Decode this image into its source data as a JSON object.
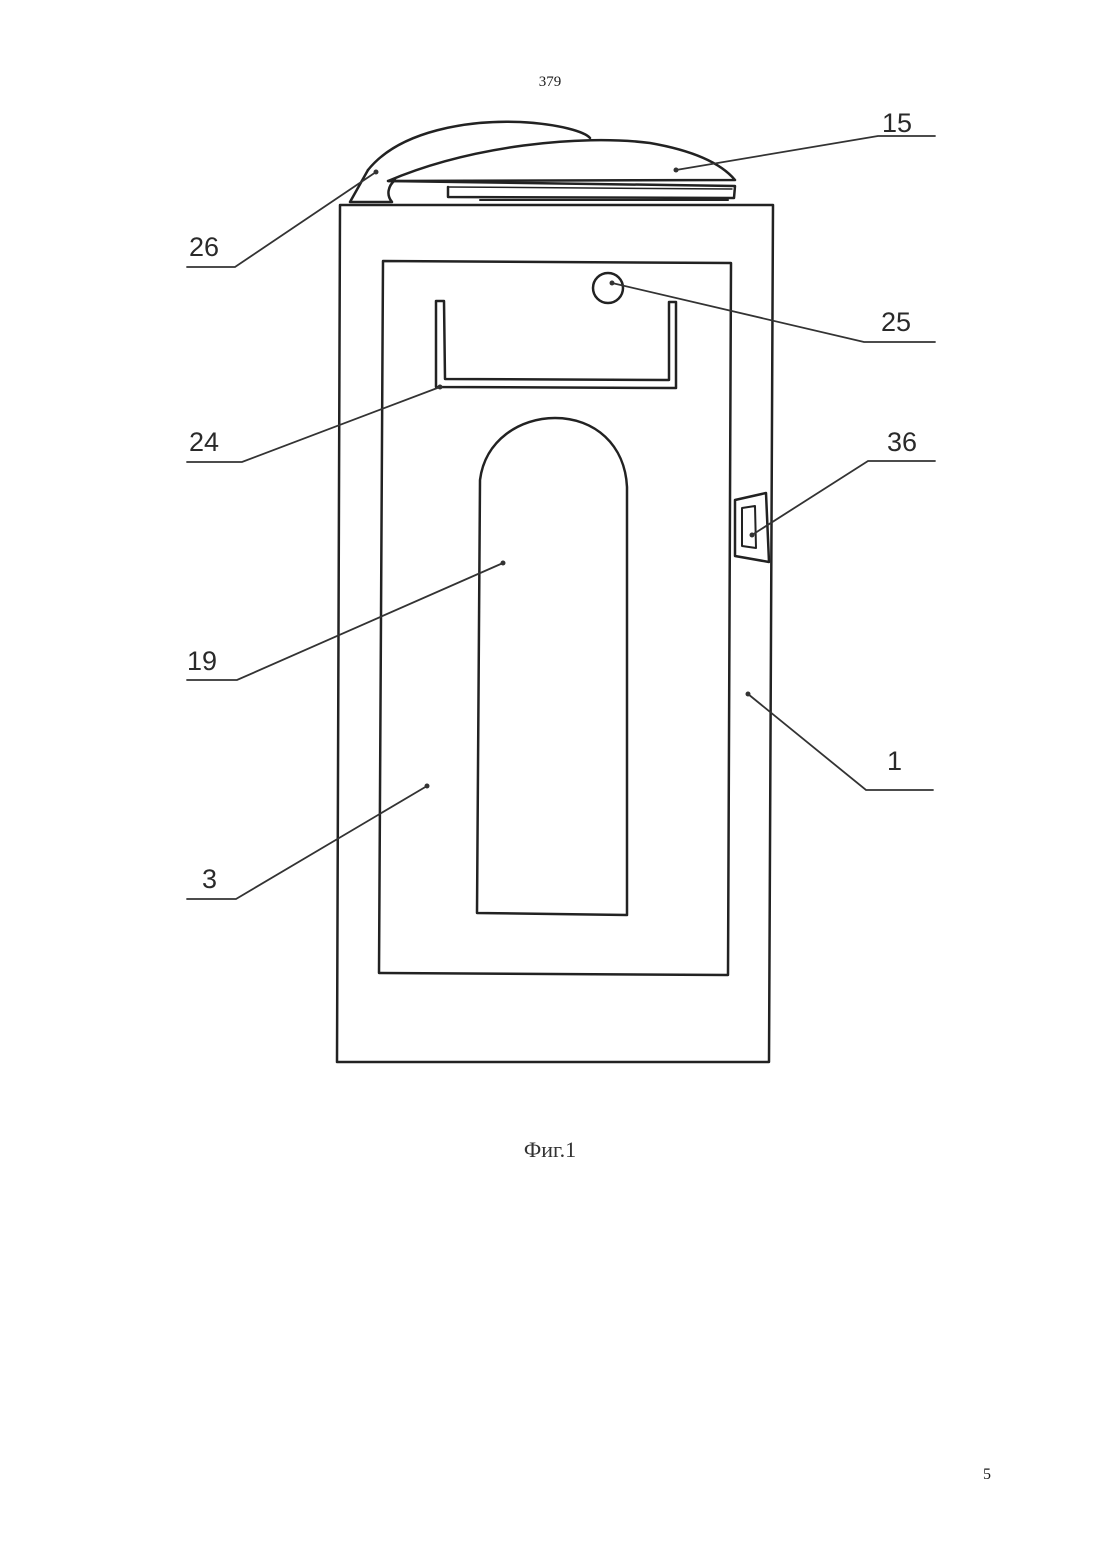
{
  "page": {
    "header_number": "379",
    "footer_number": "5"
  },
  "figure": {
    "caption": "Фиг.1",
    "callouts": {
      "c15": "15",
      "c26": "26",
      "c25": "25",
      "c24": "24",
      "c36": "36",
      "c19": "19",
      "c1": "1",
      "c3": "3"
    }
  }
}
